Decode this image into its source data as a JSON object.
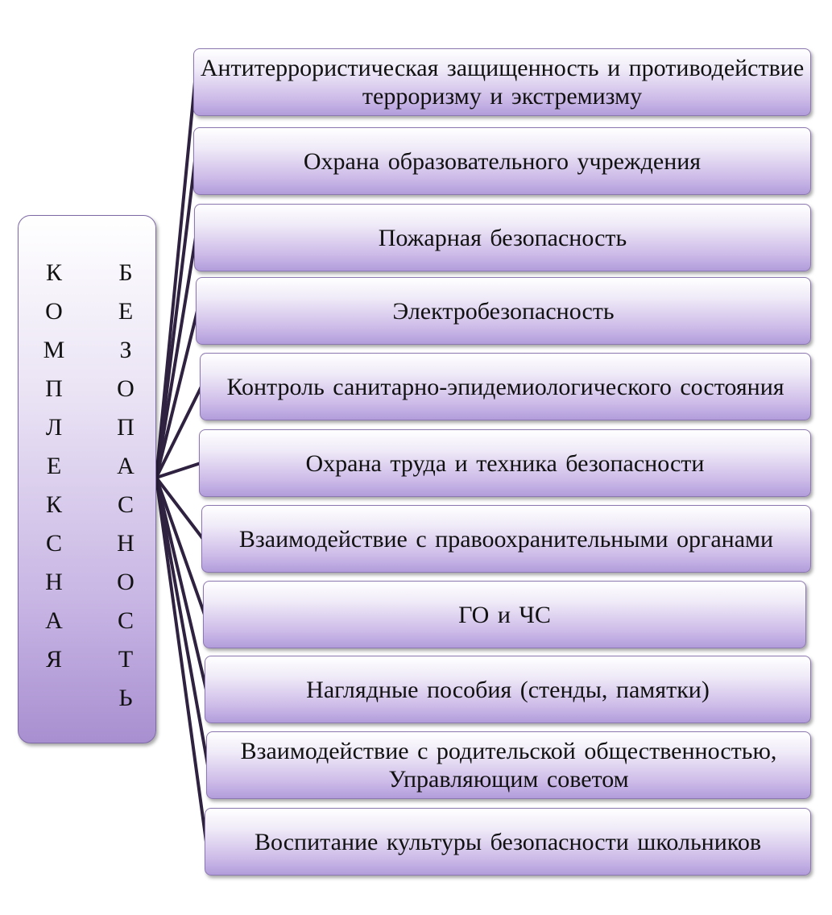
{
  "root": {
    "label": "КОМПЛЕКСНАЯ БЕЗОПАСНОСТЬ",
    "column_left": [
      "К",
      "О",
      "М",
      "П",
      "Л",
      "Е",
      "К",
      "С",
      "Н",
      "А",
      "Я"
    ],
    "column_right": [
      "Б",
      "Е",
      "З",
      "О",
      "П",
      "А",
      "С",
      "Н",
      "О",
      "С",
      "Т",
      "Ь"
    ]
  },
  "branches": [
    "Антитеррористическая защищенность и противодействие терроризму и экстремизму",
    "Охрана образовательного учреждения",
    "Пожарная безопасность",
    "Электробезопасность",
    "Контроль санитарно-эпидемиологического состояния",
    "Охрана труда и техника безопасности",
    "Взаимодействие с правоохранительными органами",
    "ГО и ЧС",
    "Наглядные пособия (стенды, памятки)",
    "Взаимодействие с родительской общественностью, Управляющим советом",
    "Воспитание культуры безопасности школьников"
  ],
  "colors": {
    "box_light": "#ffffff",
    "box_dark": "#b29ddb",
    "border": "#8c78b0",
    "connector": "#2e2240"
  }
}
